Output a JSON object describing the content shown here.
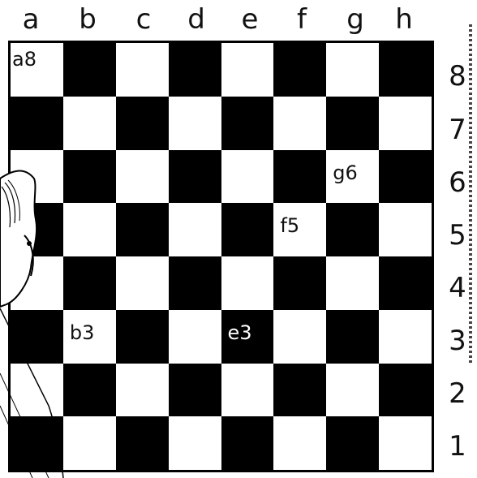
{
  "files": [
    "a",
    "b",
    "c",
    "d",
    "e",
    "f",
    "g",
    "h"
  ],
  "ranks": [
    "8",
    "7",
    "6",
    "5",
    "4",
    "3",
    "2",
    "1"
  ],
  "square_labels": [
    {
      "square": "a8",
      "text": "a8"
    },
    {
      "square": "g6",
      "text": "g6"
    },
    {
      "square": "f5",
      "text": "f5"
    },
    {
      "square": "b3",
      "text": "b3"
    },
    {
      "square": "e3",
      "text": "e3"
    }
  ],
  "icons": {
    "knight": "knight-drawing-icon"
  },
  "colors": {
    "dark": "#000000",
    "light": "#ffffff"
  }
}
